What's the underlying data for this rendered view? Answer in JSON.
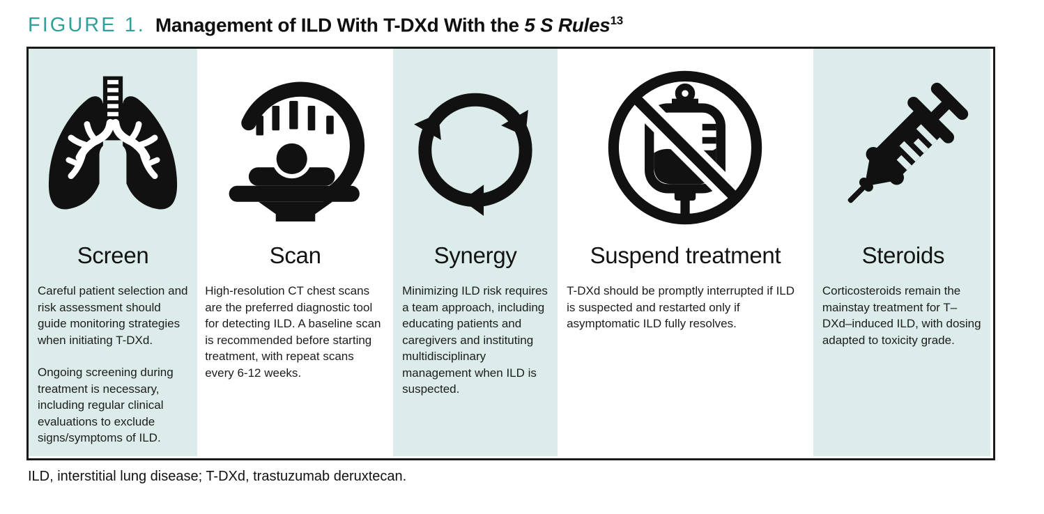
{
  "title": {
    "label": "FIGURE 1.",
    "text": "Management of ILD With T-DXd With the ",
    "italic": "5 S Rules",
    "reference": "13"
  },
  "columns": [
    {
      "heading": "Screen",
      "icon": "lungs-icon",
      "shaded": true,
      "paragraphs": [
        "Careful patient selection and risk assessment should guide monitoring strategies when initiating T-DXd.",
        "Ongoing screening during treatment is necessary, including regular clinical evaluations to exclude signs/symptoms of ILD."
      ]
    },
    {
      "heading": "Scan",
      "icon": "ct-scanner-icon",
      "shaded": false,
      "paragraphs": [
        "High-resolution CT chest scans are the preferred diagnostic tool for detecting ILD. A baseline scan is recommended before starting treatment, with repeat scans every 6-12 weeks."
      ]
    },
    {
      "heading": "Synergy",
      "icon": "cycle-arrows-icon",
      "shaded": true,
      "paragraphs": [
        "Minimizing ILD risk requires a team approach, including educating patients and caregivers and instituting multidisciplinary management when ILD is suspected."
      ]
    },
    {
      "heading": "Suspend treatment",
      "icon": "no-infusion-icon",
      "shaded": false,
      "paragraphs": [
        "T-DXd should be promptly interrupted if ILD is suspected and restarted only if asymptomatic ILD fully resolves."
      ]
    },
    {
      "heading": "Steroids",
      "icon": "syringe-icon",
      "shaded": true,
      "paragraphs": [
        "Corticosteroids remain the mainstay treatment for T–DXd–induced ILD, with dosing adapted to toxicity grade."
      ]
    }
  ],
  "footnote": "ILD, interstitial lung disease; T-DXd, trastuzumab deruxtecan.",
  "colors": {
    "accent_teal": "#2EA19B",
    "panel_teal": "#DBECEB",
    "ink": "#111111"
  }
}
